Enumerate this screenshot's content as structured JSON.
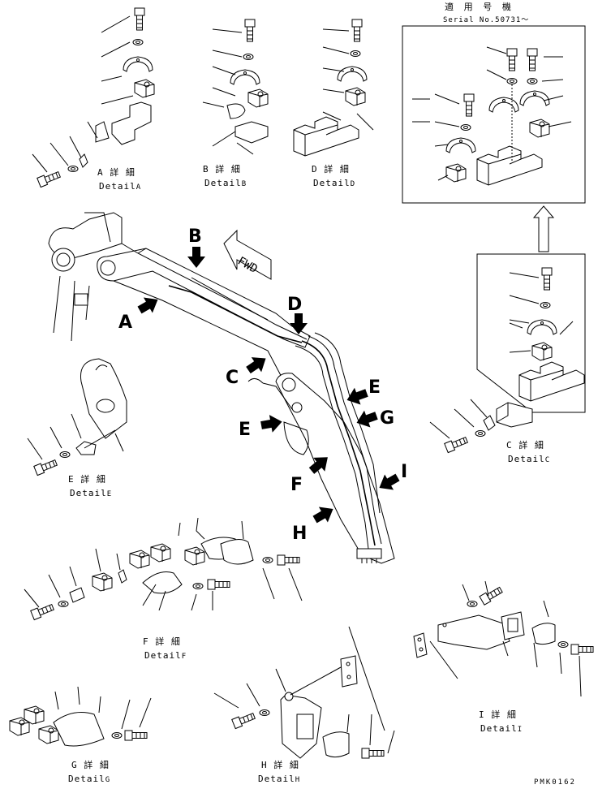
{
  "applicability": {
    "title": "適 用 号 機",
    "serial": "Serial No.50731～"
  },
  "callouts": {
    "A": "A",
    "B": "B",
    "C": "C",
    "D": "D",
    "E_right": "E",
    "E_left": "E",
    "F": "F",
    "G": "G",
    "H": "H",
    "I": "I"
  },
  "fwd": "FWD",
  "details": {
    "A": {
      "ja": "A 詳 細",
      "en": "Detail",
      "sub": "A"
    },
    "B": {
      "ja": "B 詳 細",
      "en": "Detail",
      "sub": "B"
    },
    "D": {
      "ja": "D 詳 細",
      "en": "Detail",
      "sub": "D"
    },
    "C": {
      "ja": "C 詳 細",
      "en": "Detail",
      "sub": "C"
    },
    "E": {
      "ja": "E 詳 細",
      "en": "Detail",
      "sub": "E"
    },
    "F": {
      "ja": "F 詳 細",
      "en": "Detail",
      "sub": "F"
    },
    "G": {
      "ja": "G 詳 細",
      "en": "Detail",
      "sub": "G"
    },
    "H": {
      "ja": "H 詳 細",
      "en": "Detail",
      "sub": "H"
    },
    "I": {
      "ja": "I 詳 細",
      "en": "Detail",
      "sub": "I"
    }
  },
  "drawing_code": "PMK0162"
}
